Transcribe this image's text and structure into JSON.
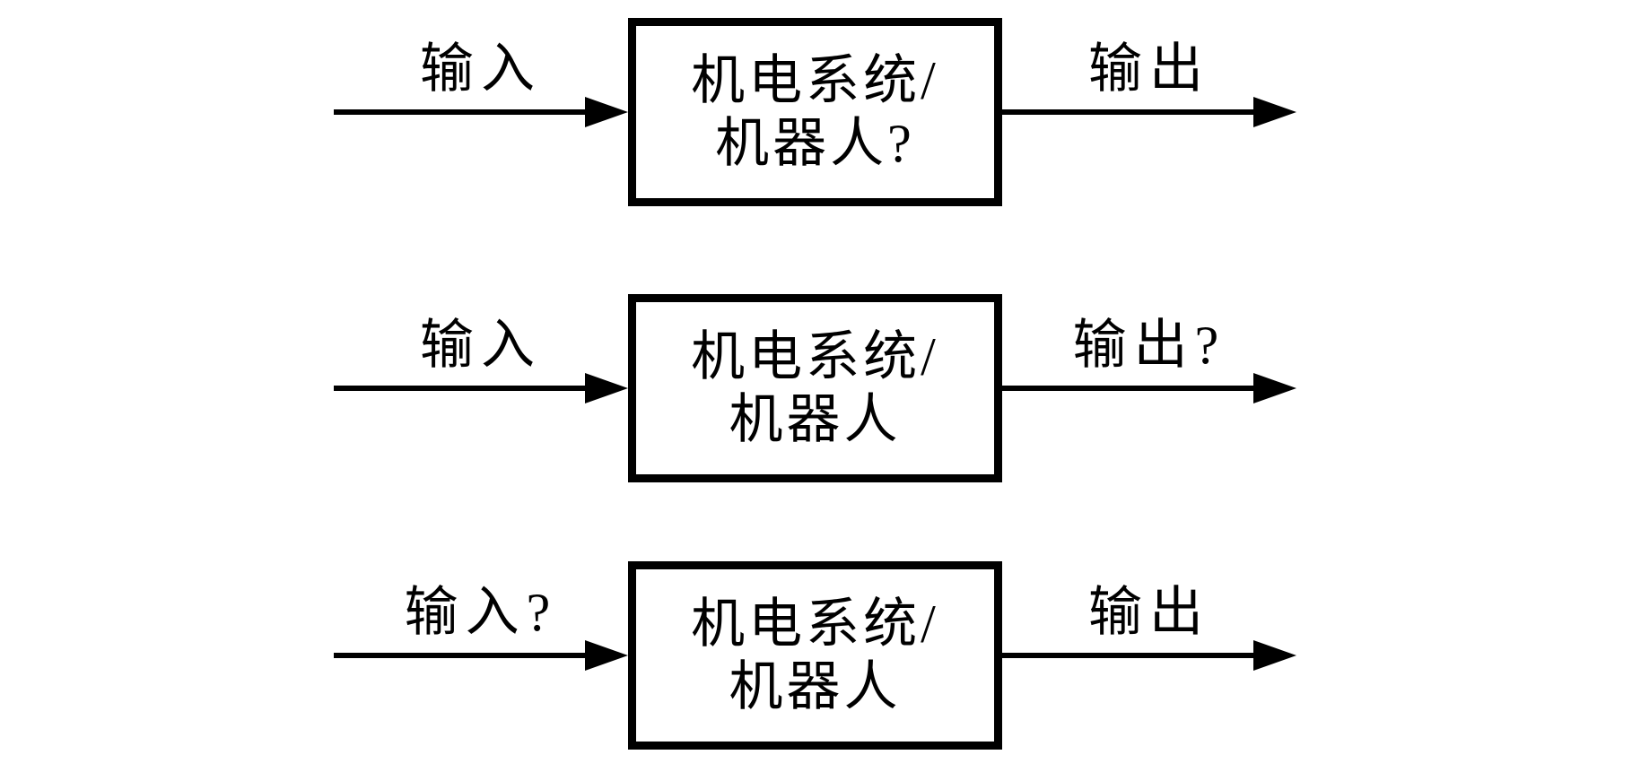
{
  "diagram": {
    "description_colors": {
      "line": "#000000",
      "background": "#ffffff"
    },
    "rows": [
      {
        "input_label": "输入",
        "box_line1": "机电系统/",
        "box_line2": "机器人?",
        "output_label": "输出"
      },
      {
        "input_label": "输入",
        "box_line1": "机电系统/",
        "box_line2": "机器人",
        "output_label": "输出?"
      },
      {
        "input_label": "输入?",
        "box_line1": "机电系统/",
        "box_line2": "机器人",
        "output_label": "输出"
      }
    ]
  }
}
